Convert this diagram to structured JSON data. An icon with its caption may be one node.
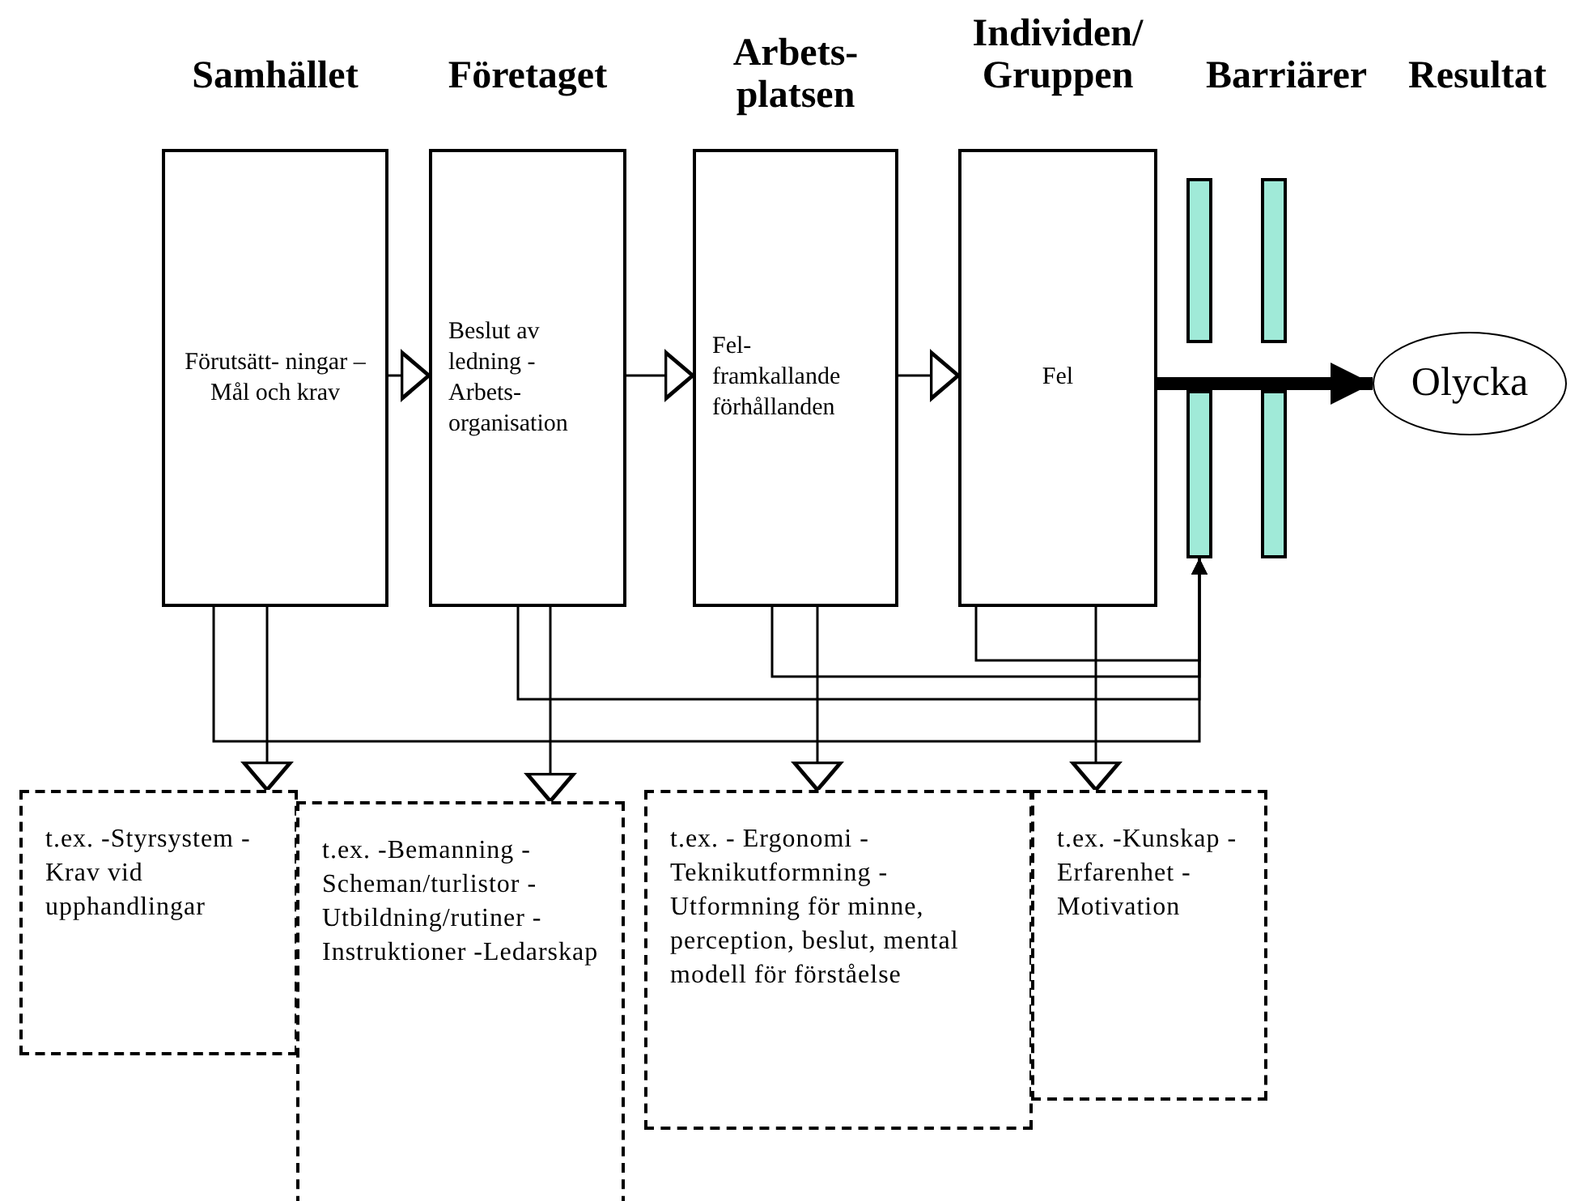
{
  "diagram": {
    "nodes": [
      {
        "text": [
          "Samhället",
          "Förutsätt- ningar – Mål och krav"
        ]
      },
      {
        "text": [
          "Företaget",
          "Beslut av ledning - Arbets- organisation"
        ]
      },
      {
        "text": [
          "Arbets- platsen",
          "Fel- framkallande förhållanden"
        ]
      },
      {
        "text": [
          "Individen/ Gruppen",
          "Fel"
        ]
      },
      {
        "text": [],
        "shape": "bar"
      },
      {
        "text": [],
        "shape": "bar"
      },
      {
        "text": [],
        "shape": "bar"
      },
      {
        "text": [],
        "shape": "bar"
      },
      {
        "text": [
          "Olycka"
        ]
      },
      {
        "text": [
          "t.ex. -Styrsystem -Krav vid upphandlingar"
        ]
      },
      {
        "text": [
          "t.ex. -Bemanning - Scheman/turlistor - Utbildning/rutiner -Instruktioner -Ledarskap"
        ]
      },
      {
        "text": [
          "t.ex. - Ergonomi -Teknikutformning -Utformning för minne, perception, beslut, mental modell för förståelse"
        ]
      },
      {
        "text": [
          "t.ex. -Kunskap - Erfarenhet - Motivation"
        ]
      }
    ],
    "edges": [
      {
        "from": 0,
        "to": 1,
        "arrow": "to"
      },
      {
        "from": 1,
        "to": 2,
        "arrow": "to"
      },
      {
        "from": 2,
        "to": 3,
        "arrow": "to"
      },
      {
        "from": 3,
        "to": 8,
        "arrow": "to",
        "style": "thick"
      },
      {
        "from": 0,
        "to": 9,
        "arrow": "to"
      },
      {
        "from": 1,
        "to": 10,
        "arrow": "to"
      },
      {
        "from": 2,
        "to": 11,
        "arrow": "to"
      },
      {
        "from": 3,
        "to": 12,
        "arrow": "to"
      },
      {
        "from": 0,
        "to": 6,
        "arrow": "to"
      },
      {
        "from": 1,
        "to": 6,
        "arrow": "to"
      },
      {
        "from": 2,
        "to": 6,
        "arrow": "to"
      },
      {
        "from": 3,
        "to": 6,
        "arrow": "to"
      }
    ],
    "labels": [
      "Barriärer",
      "Resultat"
    ]
  }
}
